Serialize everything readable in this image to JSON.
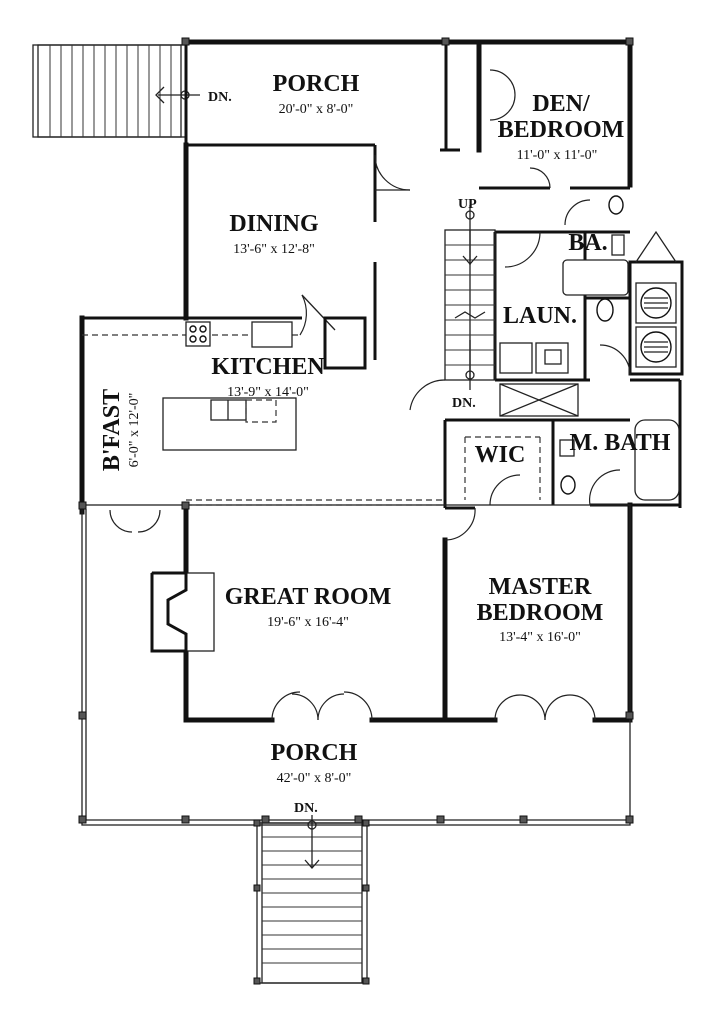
{
  "rooms": {
    "porch_top": {
      "name": "PORCH",
      "dim": "20'-0\" x 8'-0\""
    },
    "den": {
      "name_1": "DEN/",
      "name_2": "BEDROOM",
      "dim": "11'-0\" x 11'-0\""
    },
    "dining": {
      "name": "DINING",
      "dim": "13'-6\" x 12'-8\""
    },
    "bath": {
      "name": "BA."
    },
    "laundry": {
      "name": "LAUN."
    },
    "kitchen": {
      "name": "KITCHEN",
      "dim": "13'-9\" x 14'-0\""
    },
    "breakfast": {
      "name": "B'FAST",
      "dim": "6'-0\" x 12'-0\""
    },
    "wic": {
      "name": "WIC"
    },
    "master_bath": {
      "name": "M. BATH"
    },
    "great_room": {
      "name": "GREAT ROOM",
      "dim": "19'-6\" x 16'-4\""
    },
    "master_bedroom": {
      "name_1": "MASTER",
      "name_2": "BEDROOM",
      "dim": "13'-4\" x 16'-0\""
    },
    "porch_front": {
      "name": "PORCH",
      "dim": "42'-0\" x 8'-0\""
    }
  },
  "stair_labels": {
    "top_deck_down": "DN.",
    "interior_up": "UP",
    "interior_down": "DN.",
    "front_down": "DN."
  }
}
